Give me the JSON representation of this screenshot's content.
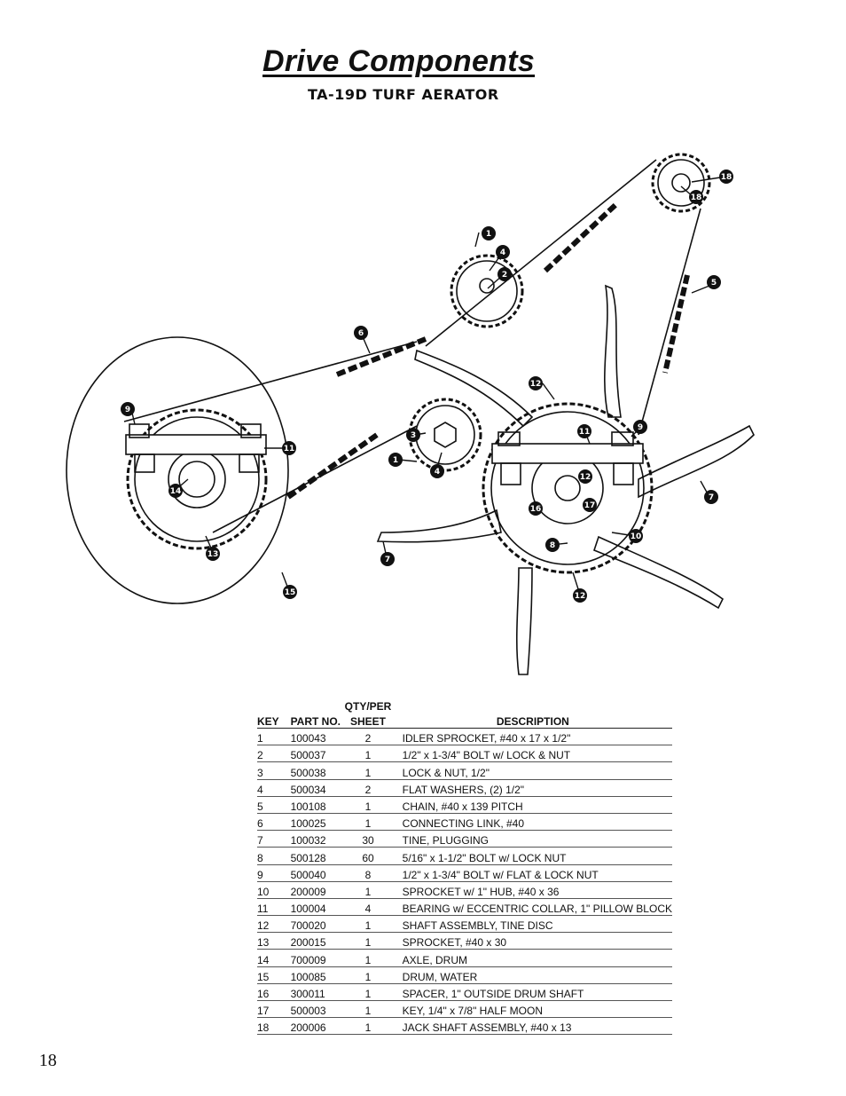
{
  "title": "Drive Components",
  "subtitle": "TA-19D TURF AERATOR",
  "page_number": "18",
  "diagram_labels": [
    "1",
    "2",
    "3",
    "4",
    "5",
    "6",
    "7",
    "8",
    "9",
    "10",
    "11",
    "12",
    "13",
    "14",
    "15",
    "16",
    "17",
    "18"
  ],
  "table": {
    "header_top": "QTY/PER",
    "columns": [
      "KEY",
      "PART NO.",
      "SHEET",
      "DESCRIPTION"
    ],
    "rows": [
      [
        "1",
        "100043",
        "2",
        "IDLER SPROCKET, #40 x 17 x 1/2\""
      ],
      [
        "2",
        "500037",
        "1",
        "1/2\" x 1-3/4\" BOLT w/ LOCK & NUT"
      ],
      [
        "3",
        "500038",
        "1",
        "LOCK & NUT, 1/2\""
      ],
      [
        "4",
        "500034",
        "2",
        "FLAT WASHERS, (2) 1/2\""
      ],
      [
        "5",
        "100108",
        "1",
        "CHAIN, #40 x 139 PITCH"
      ],
      [
        "6",
        "100025",
        "1",
        "CONNECTING LINK, #40"
      ],
      [
        "7",
        "100032",
        "30",
        "TINE, PLUGGING"
      ],
      [
        "8",
        "500128",
        "60",
        "5/16\" x 1-1/2\" BOLT w/ LOCK NUT"
      ],
      [
        "9",
        "500040",
        "8",
        "1/2\" x 1-3/4\" BOLT w/ FLAT & LOCK NUT"
      ],
      [
        "10",
        "200009",
        "1",
        "SPROCKET w/ 1\" HUB, #40 x 36"
      ],
      [
        "11",
        "100004",
        "4",
        "BEARING w/ ECCENTRIC COLLAR, 1\" PILLOW BLOCK"
      ],
      [
        "12",
        "700020",
        "1",
        "SHAFT ASSEMBLY, TINE DISC"
      ],
      [
        "13",
        "200015",
        "1",
        "SPROCKET, #40 x 30"
      ],
      [
        "14",
        "700009",
        "1",
        "AXLE, DRUM"
      ],
      [
        "15",
        "100085",
        "1",
        "DRUM, WATER"
      ],
      [
        "16",
        "300011",
        "1",
        "SPACER, 1\" OUTSIDE DRUM SHAFT"
      ],
      [
        "17",
        "500003",
        "1",
        "KEY, 1/4\" x 7/8\" HALF MOON"
      ],
      [
        "18",
        "200006",
        "1",
        "JACK SHAFT ASSEMBLY, #40 x 13"
      ]
    ]
  }
}
